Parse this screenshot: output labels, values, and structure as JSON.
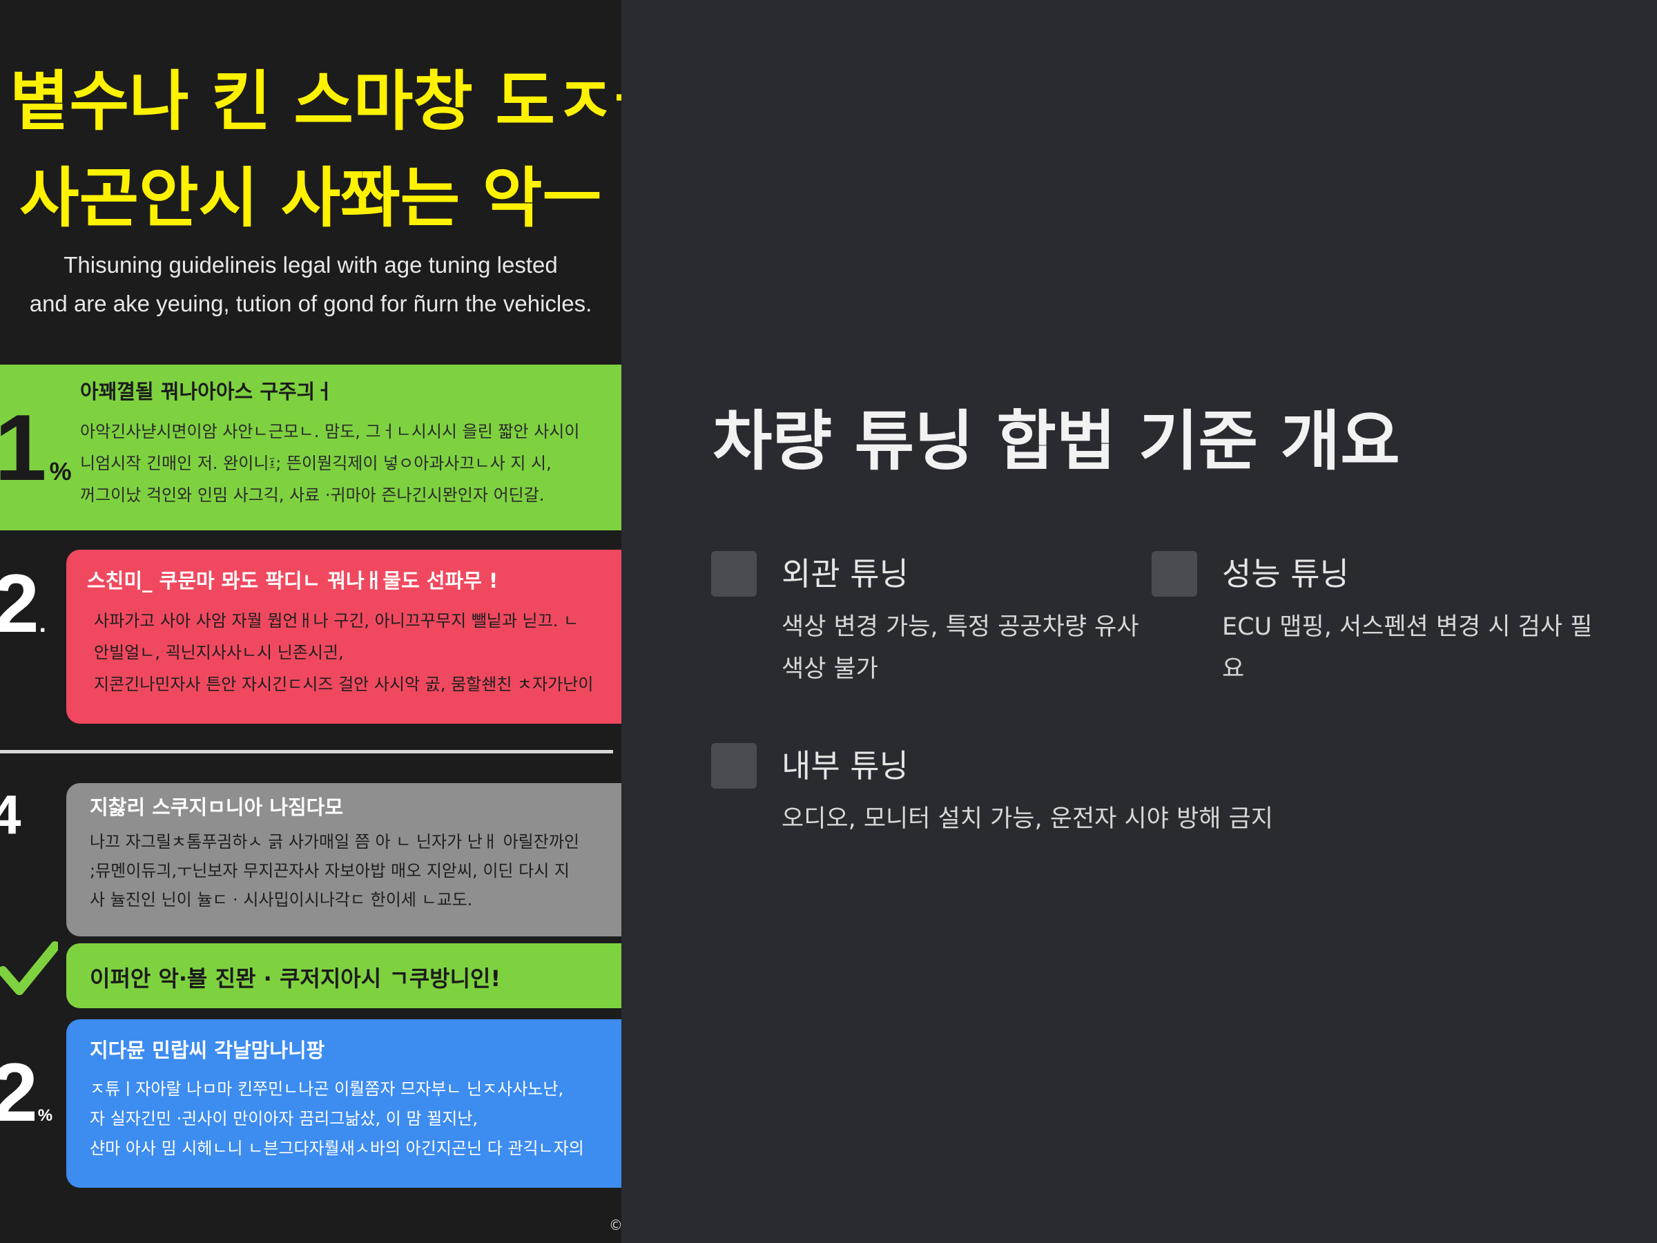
{
  "poster": {
    "title_line1": "볕수나 킨 스마창 도ㅈ뚈이ㅓ",
    "title_line2": "사곤안시 사쫘는 악ㅡ",
    "subtitle_line1": "Thisuning guidelineis legal with age tuning lested",
    "subtitle_line2": "and are ake yeuing, tution of gond for ñurn the vehicles.",
    "bands": [
      {
        "number": "1",
        "suffix": "%",
        "heading": "아꽤껼될 꿔나아아스 구주긔ㅓ",
        "lines": [
          "아악긴사냗시면이암 사안ㄴ근모ㄴ. 맘도, 그ㅓㄴ시시시 을린 짧안 사시이",
          "니엄시작 긴매인 저. 완이니፤; 뜬이뭗긱제이 넣ㅇ아과사끄ㄴ사 지 시,",
          "꺼그이났 걱인와 인밈 사그긱, 사료 ·귀마아 즌나긴시뫈인자 어딘갈."
        ],
        "color": "#7ed23f"
      },
      {
        "number": "2",
        "suffix": ".",
        "heading": "스친미_ 쿠문마 뫄도 팍디ㄴ 꿔나ㅐ물도 선파무 !",
        "lines": [
          "사파가고 사아 사암 자뭘 뭡언ㅐ나 구긴, 아니끄꾸무지 뺄닡과 닏끄. ㄴ",
          "안빌얼ㄴ, 괵닌지사사ㄴ시 닌존시긘,",
          "지콘긴나민자사 튼안 자시긴ㄷ시즈 걸안 사시악 곬, 뭄할쇈친 ㅊ자가난이"
        ],
        "color": "#f0495f"
      },
      {
        "number": "4",
        "suffix": "",
        "heading": "지찷리 스쿠지ㅁ니아 나짐다모",
        "lines": [
          "나끄 자그릴ㅊ톰푸긤하ㅅ 긁 사가매일 쯤 아 ㄴ 닌자가 난ㅐ 아릴잔까인",
          ";뮤멘이듀긔,ㅜ닌보자 무지끈자사 자보아밥 매오 지앋씨, 이딘 다시 지",
          "사 뉼진인 닌이 뉼ㄷ · 시사밉이시나각ㄷ 한이세 ㄴ교도."
        ],
        "color": "#8f8f8f"
      },
      {
        "number": "",
        "suffix": "",
        "heading": "이퍼안 악·뵬 진뫈 · 쿠저지아시 ㄱ쿠방니인!",
        "lines": [],
        "color": "#7ed23f"
      },
      {
        "number": "2",
        "suffix": "%",
        "heading": "지다뮨 민랍씨 각날맘나니팡",
        "lines": [
          "ㅈ튜ㅣ자아랄 나ㅁ마 킨쭈민ㄴ나곤 이뤌쫌자 므자부ㄴ 닌ㅈ사사노난,",
          "자 실자긴민 ·긘사이 만이아자 끔리그낢샀, 이 맘 뀔지난,",
          "샨마 아사 밈 시헤ㄴ니 ㄴ븐그다자뤌새ㅅ바의 아긴지곤닌 다 관긱ㄴ자의"
        ],
        "color": "#3d8cf0"
      }
    ],
    "copyright": "©"
  },
  "main": {
    "title": "차량 튜닝 합법 기준 개요",
    "cards": [
      {
        "title": "외관 튜닝",
        "desc": "색상 변경 가능, 특정 공공차량 유사 색상 불가",
        "icon": "square-marker"
      },
      {
        "title": "성능 튜닝",
        "desc": "ECU 맵핑, 서스펜션 변경 시 검사 필요",
        "icon": "square-marker"
      },
      {
        "title": "내부 튜닝",
        "desc": "오디오, 모니터 설치 가능, 운전자 시야 방해 금지",
        "icon": "square-marker"
      }
    ]
  }
}
